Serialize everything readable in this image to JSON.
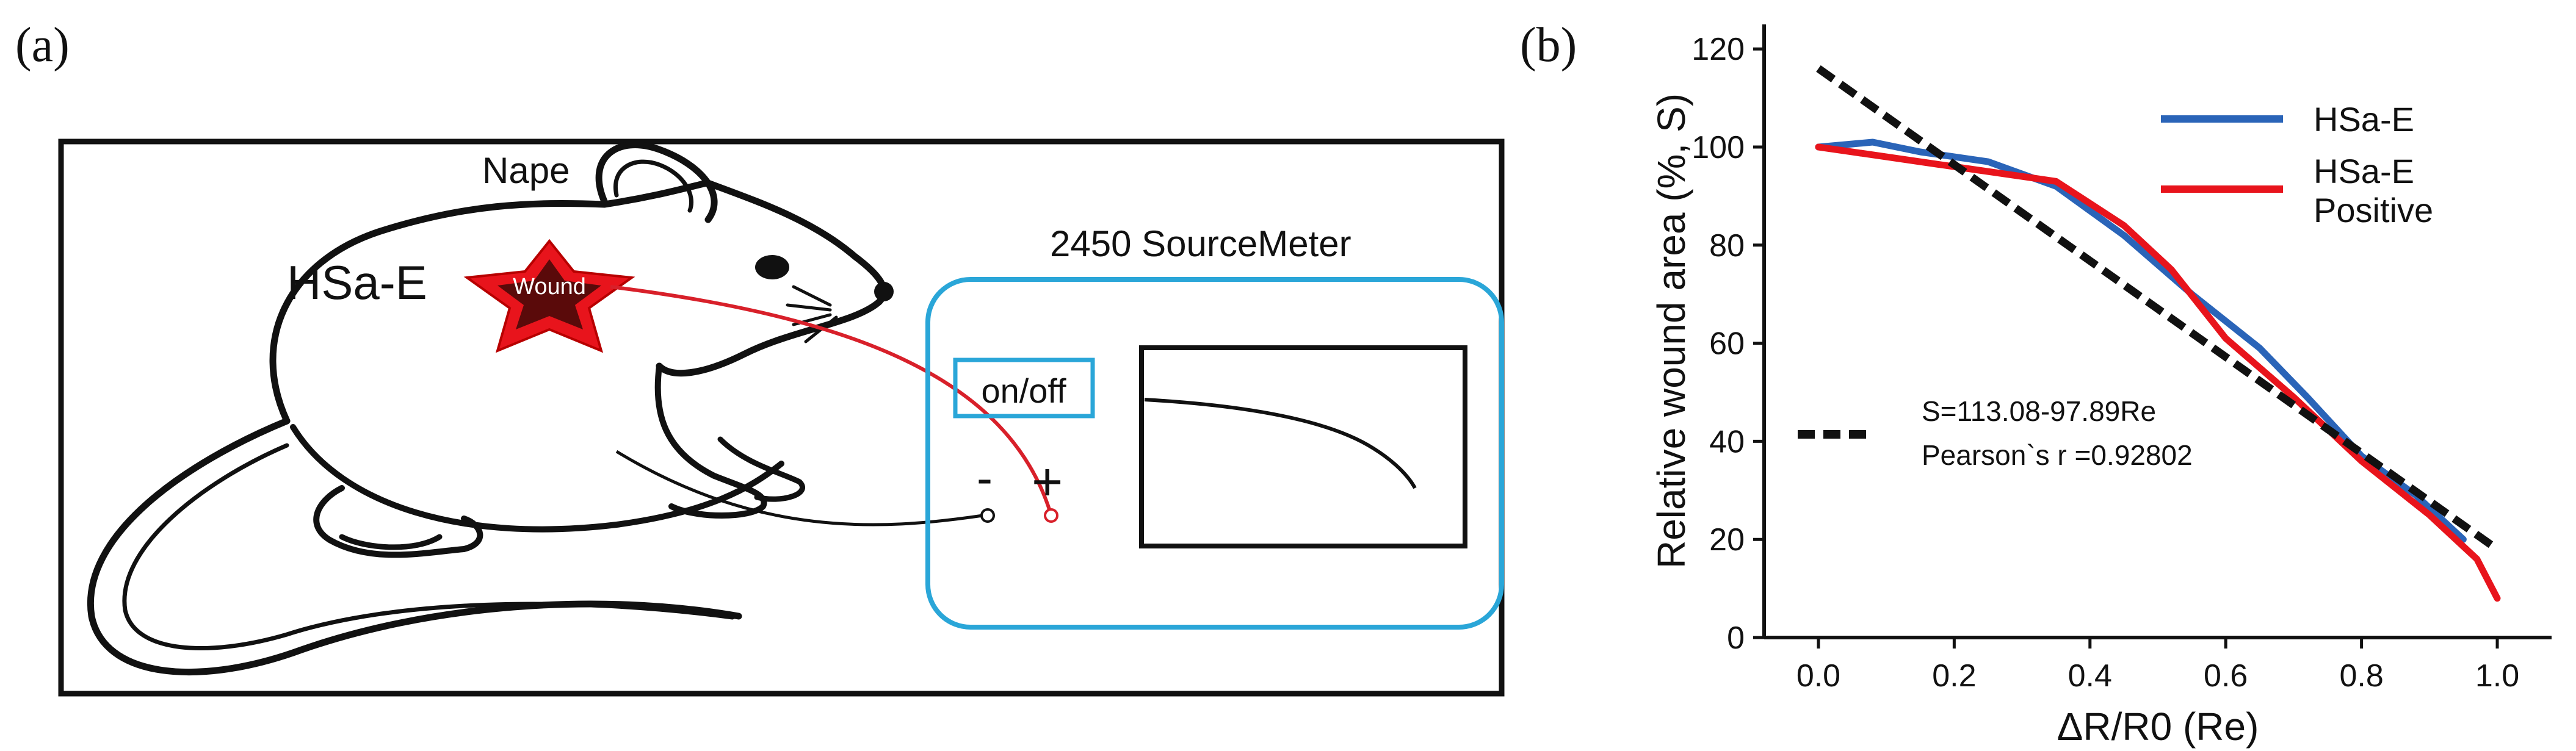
{
  "panel_a": {
    "label": "(a)",
    "nape_label": "Nape",
    "device_label": "HSa-E",
    "wound_label": "Wound",
    "sourcemeter_label": "2450 SourceMeter",
    "switch_label": "on/off",
    "minus_label": "-",
    "plus_label": "+",
    "colors": {
      "wound": "#e8141c",
      "wire": "#d8202a",
      "meter_frame": "#2aa6d8",
      "outline": "#111111"
    }
  },
  "panel_b": {
    "label": "(b)",
    "fit_equation": "S=113.08-97.89Re",
    "pearson_text": "Pearson`s r =0.92802",
    "colors": {
      "hsae": "#2a64b8",
      "positive": "#e8141c",
      "fit": "#111111"
    }
  },
  "chart_data": {
    "type": "line",
    "xlabel": "ΔR/R0 (Re)",
    "ylabel": "Relative wound area (%, S)",
    "xlim": [
      -0.08,
      1.08
    ],
    "ylim": [
      0,
      125
    ],
    "xticks": [
      "0.0",
      "0.2",
      "0.4",
      "0.6",
      "0.8",
      "1.0"
    ],
    "yticks": [
      "0",
      "20",
      "40",
      "60",
      "80",
      "100",
      "120"
    ],
    "grid": false,
    "legend_position": "top-right",
    "legend": [
      "HSa-E",
      "HSa-E Positive"
    ],
    "series": [
      {
        "name": "HSa-E",
        "x": [
          0.0,
          0.08,
          0.15,
          0.25,
          0.35,
          0.45,
          0.55,
          0.65,
          0.72,
          0.8,
          0.88,
          0.95
        ],
        "y": [
          100,
          101,
          99,
          97,
          92,
          82,
          70,
          59,
          49,
          37,
          29,
          20
        ]
      },
      {
        "name": "HSa-E Positive",
        "x": [
          0.0,
          0.1,
          0.2,
          0.3,
          0.35,
          0.45,
          0.52,
          0.6,
          0.7,
          0.8,
          0.9,
          0.97,
          1.0
        ],
        "y": [
          100,
          98,
          96,
          94,
          93,
          84,
          75,
          61,
          49,
          36,
          25,
          16,
          8
        ]
      }
    ],
    "fit_line": {
      "x": [
        0.0,
        1.0
      ],
      "y": [
        116,
        18
      ]
    }
  }
}
